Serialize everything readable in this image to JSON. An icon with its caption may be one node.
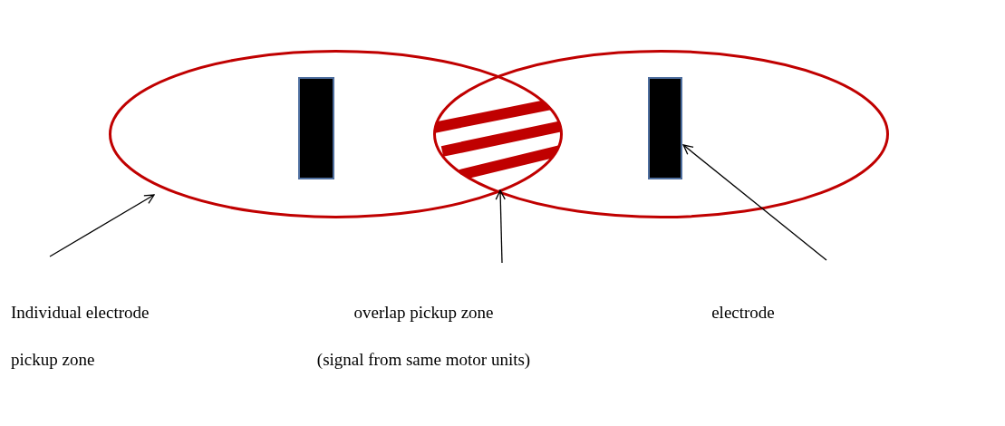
{
  "diagram": {
    "nodes": [
      {
        "text": [],
        "shape": "ellipse"
      },
      {
        "text": [],
        "shape": "ellipse"
      },
      {
        "text": [],
        "shape": "bar",
        "in": 0
      },
      {
        "text": [],
        "shape": "lens"
      },
      {
        "text": [],
        "shape": "bar",
        "in": 1
      },
      {
        "text": [
          "Individual electrode pickup zone"
        ]
      },
      {
        "text": [
          "overlap pickup zone",
          "(signal from same motor units)"
        ]
      },
      {
        "text": [
          "electrode"
        ]
      }
    ],
    "edges": [
      {
        "from": 5,
        "to": 0,
        "arrow": "to"
      },
      {
        "from": 6,
        "to": 3,
        "arrow": "to"
      },
      {
        "from": 7,
        "to": 4,
        "arrow": "to"
      }
    ]
  }
}
